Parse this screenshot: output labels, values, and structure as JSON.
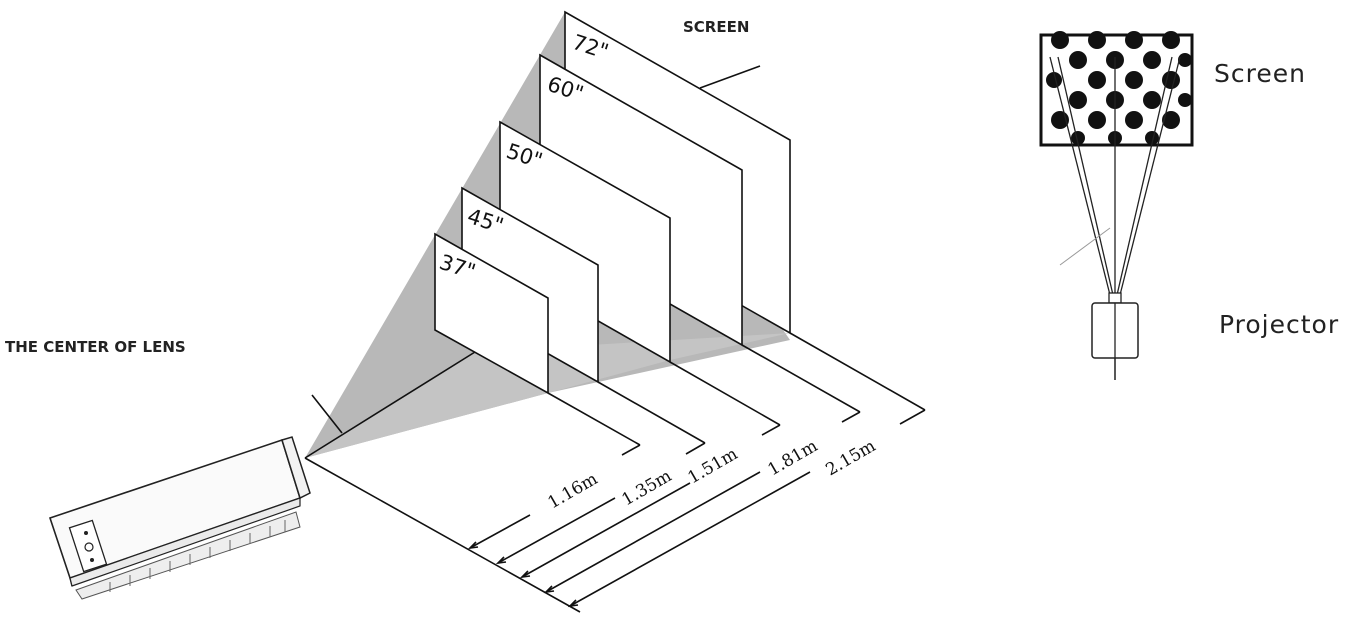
{
  "labels": {
    "screen_top": "SCREEN",
    "lens_center": "THE CENTER OF LENS",
    "screen_right": "Screen",
    "projector_right": "Projector"
  },
  "screens": [
    {
      "size": "72\""
    },
    {
      "size": "60\""
    },
    {
      "size": "50\""
    },
    {
      "size": "45\""
    },
    {
      "size": "37\""
    }
  ],
  "distances": [
    "1.16m",
    "1.35m",
    "1.51m",
    "1.81m",
    "2.15m"
  ]
}
